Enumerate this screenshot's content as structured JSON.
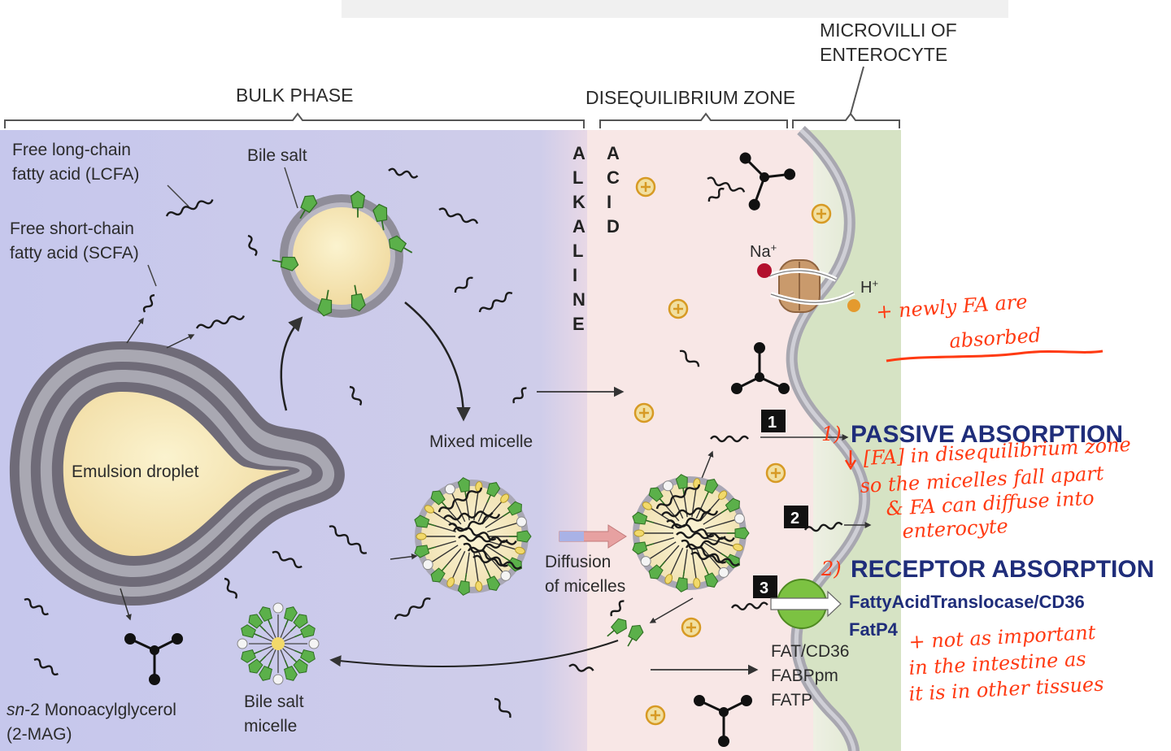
{
  "headers": {
    "bulk_phase": "BULK PHASE",
    "disequilibrium_zone": "DISEQUILIBRIUM ZONE",
    "microvilli_line1": "MICROVILLI OF",
    "microvilli_line2": "ENTEROCYTE"
  },
  "zones": {
    "alkaline": [
      "A",
      "L",
      "K",
      "A",
      "L",
      "I",
      "N",
      "E"
    ],
    "acid": [
      "A",
      "C",
      "I",
      "D"
    ]
  },
  "labels": {
    "lcfa_line1": "Free long-chain",
    "lcfa_line2": "fatty acid (LCFA)",
    "scfa_line1": "Free short-chain",
    "scfa_line2": "fatty acid (SCFA)",
    "bile_salt": "Bile salt",
    "emulsion_droplet": "Emulsion droplet",
    "mixed_micelle": "Mixed micelle",
    "diffusion_line1": "Diffusion",
    "diffusion_line2": "of micelles",
    "mag_prefix": "sn",
    "mag_line1": "-2 Monoacylglycerol",
    "mag_line2": "(2-MAG)",
    "bile_micelle_line1": "Bile salt",
    "bile_micelle_line2": "micelle",
    "na": "Na",
    "h": "H",
    "transporters": [
      "FAT/CD36",
      "FABPpm",
      "FATP"
    ],
    "steps": [
      "1",
      "2",
      "3"
    ]
  },
  "annotations": {
    "passive_absorption": "PASSIVE ABSORPTION",
    "receptor_absorption": "RECEPTOR ABSORPTION",
    "translocase": "FattyAcidTranslocase/CD36",
    "fatp4": "FatP4",
    "num1": "1)",
    "num2": "2)",
    "hand_top": [
      "+ newly FA are",
      "absorbed"
    ],
    "hand_passive": [
      "[FA] in disequilibrium zone",
      "so the micelles fall apart",
      "& FA can diffuse into",
      "enterocyte"
    ],
    "hand_receptor": [
      "+ not as important",
      "in the intestine as",
      "it is in other tissues"
    ]
  },
  "colors": {
    "bulk_bg": "#c9c9eb",
    "acid_bg": "#f8e6e6",
    "villi_bg": "#dde8cf",
    "annotation_red": "#ff3a12",
    "annotation_blue": "#1f2d7a"
  }
}
